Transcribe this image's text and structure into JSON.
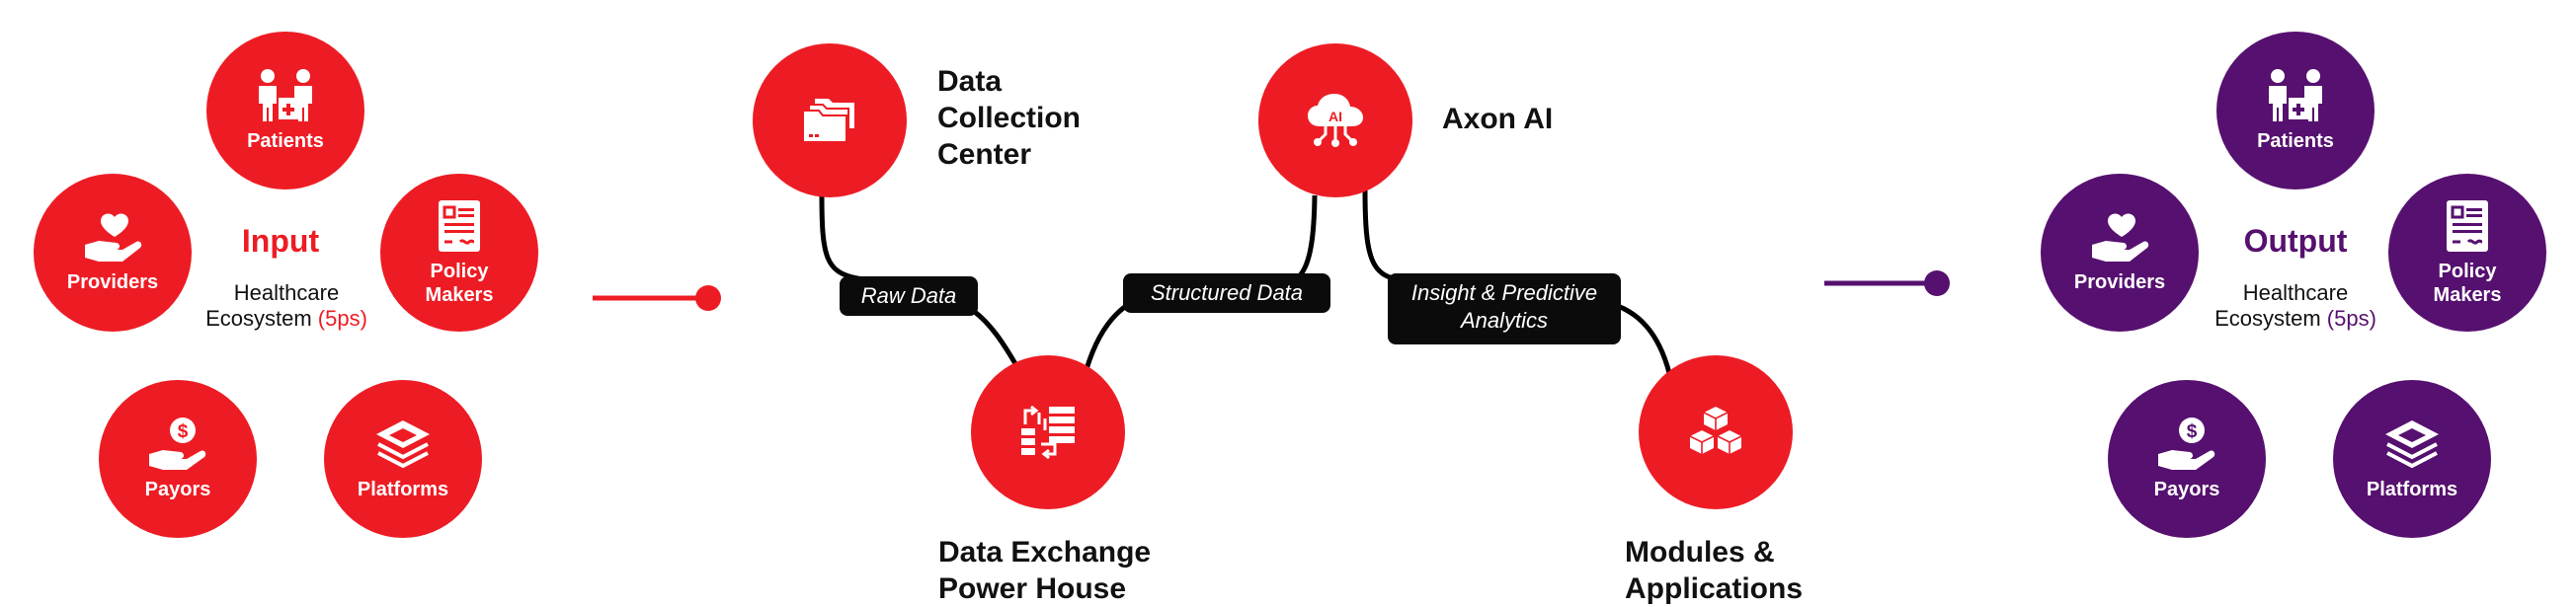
{
  "input_cluster": {
    "title": "Input",
    "subtitle_main": "Healthcare",
    "subtitle_sub": "Ecosystem",
    "subtitle_highlight": "(5ps)",
    "items": [
      {
        "label": "Patients"
      },
      {
        "label": "Providers"
      },
      {
        "label": "Policy\nMakers"
      },
      {
        "label": "Payors"
      },
      {
        "label": "Platforms"
      }
    ]
  },
  "output_cluster": {
    "title": "Output",
    "subtitle_main": "Healthcare",
    "subtitle_sub": "Ecosystem",
    "subtitle_highlight": "(5ps)",
    "items": [
      {
        "label": "Patients"
      },
      {
        "label": "Providers"
      },
      {
        "label": "Policy\nMakers"
      },
      {
        "label": "Payors"
      },
      {
        "label": "Platforms"
      }
    ]
  },
  "flow": {
    "data_collection": {
      "line1": "Data",
      "line2": "Collection",
      "line3": "Center"
    },
    "axon_ai": {
      "title": "Axon AI",
      "icon_text": "AI"
    },
    "exchange": {
      "line1": "Data Exchange",
      "line2": "Power House"
    },
    "modules": {
      "line1": "Modules &",
      "line2": "Applications"
    },
    "tags": {
      "raw": "Raw Data",
      "structured": "Structured Data",
      "insight_line1": "Insight & Predictive",
      "insight_line2": "Analytics"
    }
  },
  "colors": {
    "brand_red": "#ed1c24",
    "brand_purple": "#56106f",
    "tag_bg": "#0b0b0b"
  },
  "icons": {
    "patients": "patients-icon",
    "providers": "heart-hand-icon",
    "policy": "policy-document-icon",
    "payors": "dollar-hand-icon",
    "platforms": "layers-icon",
    "folder": "folders-icon",
    "ai": "ai-cloud-icon",
    "exchange": "data-exchange-icon",
    "modules": "cubes-icon"
  }
}
